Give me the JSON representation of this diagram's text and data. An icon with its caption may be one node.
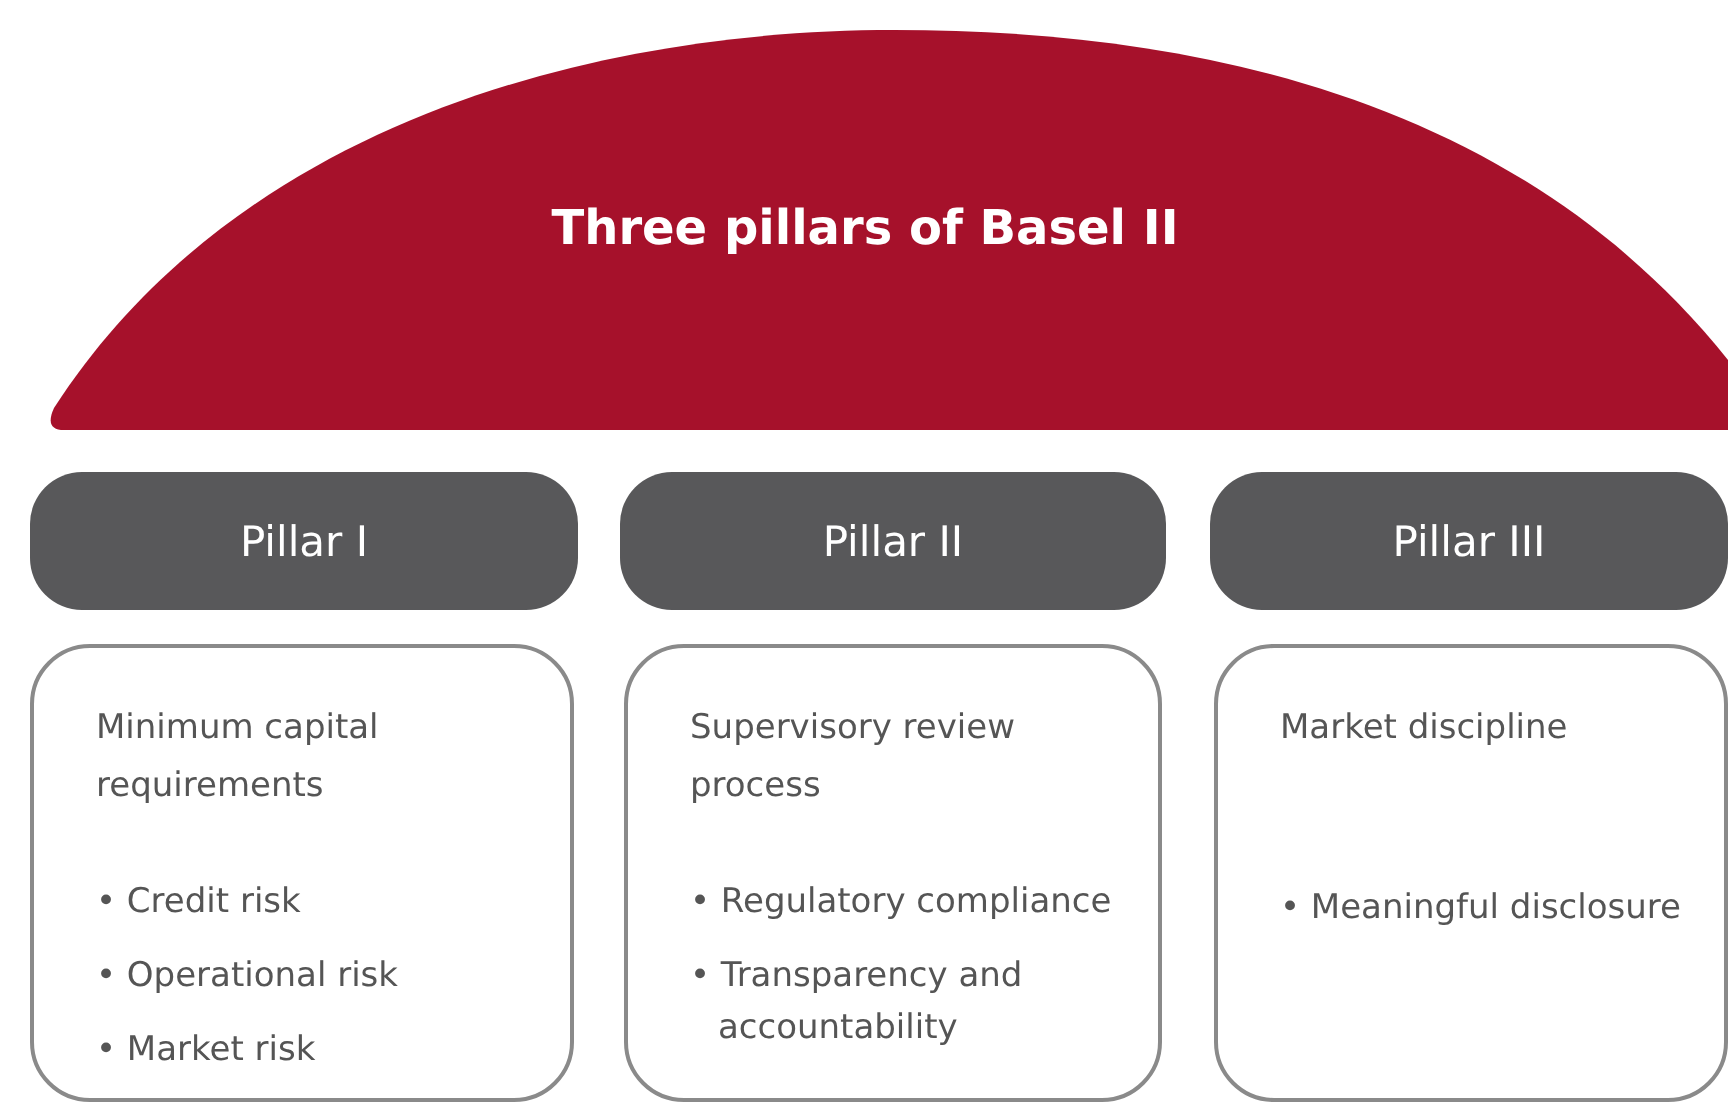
{
  "diagram": {
    "nodes": [
      {
        "text": [
          "Three pillars of Basel II"
        ]
      },
      {
        "text": [
          "Pillar I"
        ]
      },
      {
        "text": [
          "Pillar II"
        ]
      },
      {
        "text": [
          "Pillar III"
        ]
      },
      {
        "text": [
          "Minimum capital requirements",
          "• Credit risk",
          "• Operational risk",
          "• Market risk"
        ]
      },
      {
        "text": [
          "Supervisory review process",
          "• Regulatory compliance",
          "• Transparency and accountability"
        ]
      },
      {
        "text": [
          "Market discipline",
          "• Meaningful disclosure"
        ]
      }
    ]
  }
}
